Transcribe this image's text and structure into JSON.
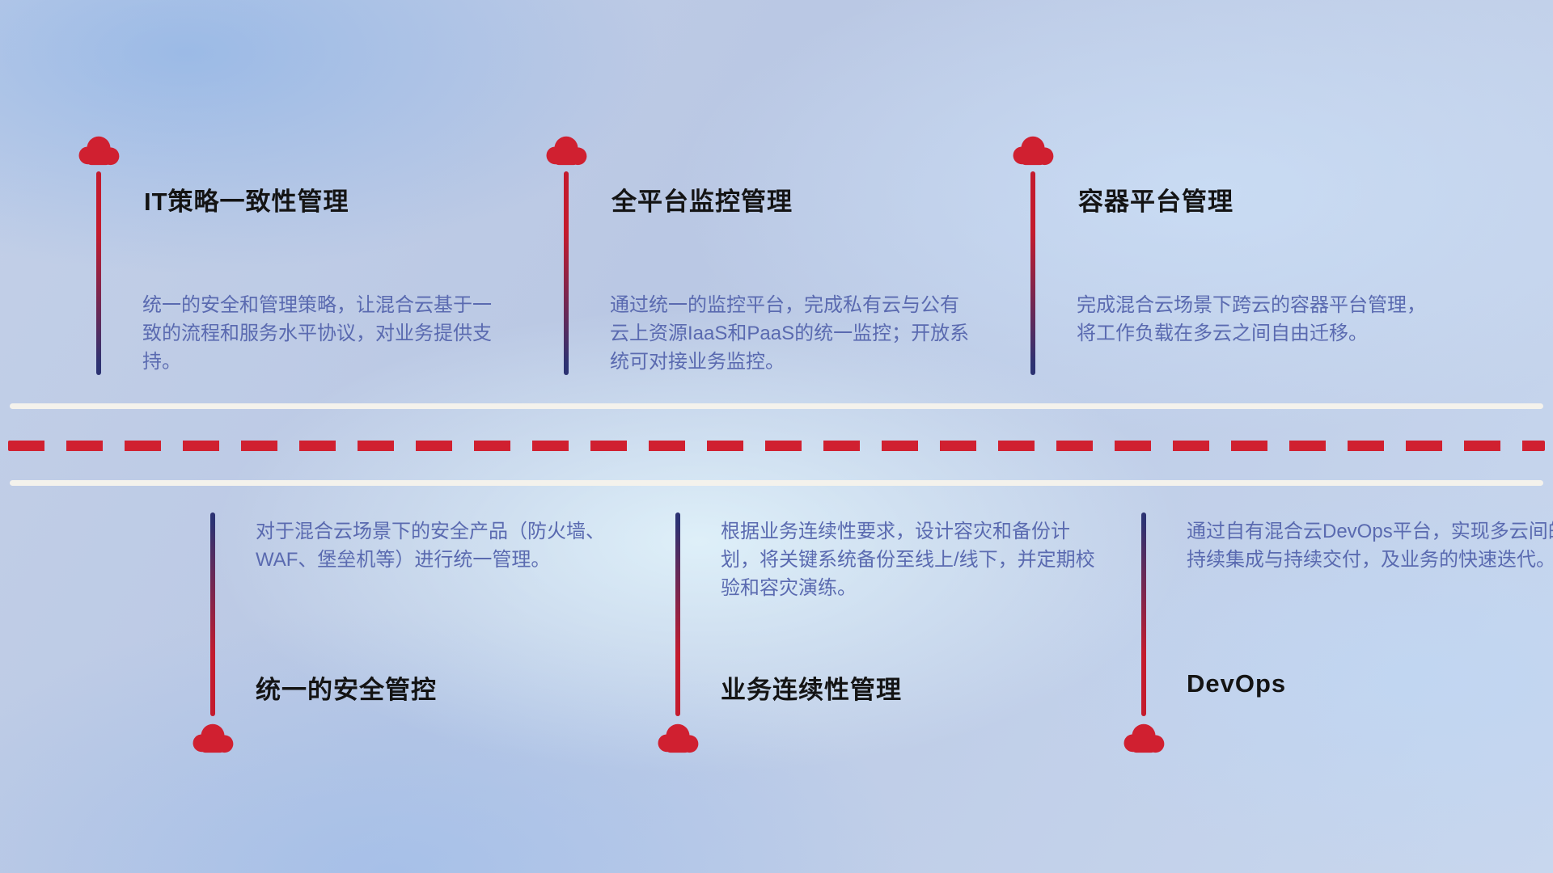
{
  "top_items": [
    {
      "title": "IT策略一致性管理",
      "description": "统一的安全和管理策略，让混合云基于一致的流程和服务水平协议，对业务提供支持。"
    },
    {
      "title": "全平台监控管理",
      "description": "通过统一的监控平台，完成私有云与公有云上资源IaaS和PaaS的统一监控；开放系统可对接业务监控。"
    },
    {
      "title": "容器平台管理",
      "description": "完成混合云场景下跨云的容器平台管理，将工作负载在多云之间自由迁移。"
    }
  ],
  "bottom_items": [
    {
      "title": "统一的安全管控",
      "description": "对于混合云场景下的安全产品（防火墙、WAF、堡垒机等）进行统一管理。"
    },
    {
      "title": "业务连续性管理",
      "description": "根据业务连续性要求，设计容灾和备份计划，将关键系统备份至线上/线下，并定期校验和容灾演练。"
    },
    {
      "title": "DevOps",
      "description": "通过自有混合云DevOps平台，实现多云间的持续集成与持续交付，及业务的快速迭代。"
    }
  ],
  "colors": {
    "cloud_red": "#d02030",
    "pole_red": "#c41b2d",
    "pole_navy": "#2c3272",
    "desc_blue": "#5a6ab0",
    "title_black": "#141414",
    "road_white": "#f4f2ec",
    "dash_red": "#d02030"
  }
}
